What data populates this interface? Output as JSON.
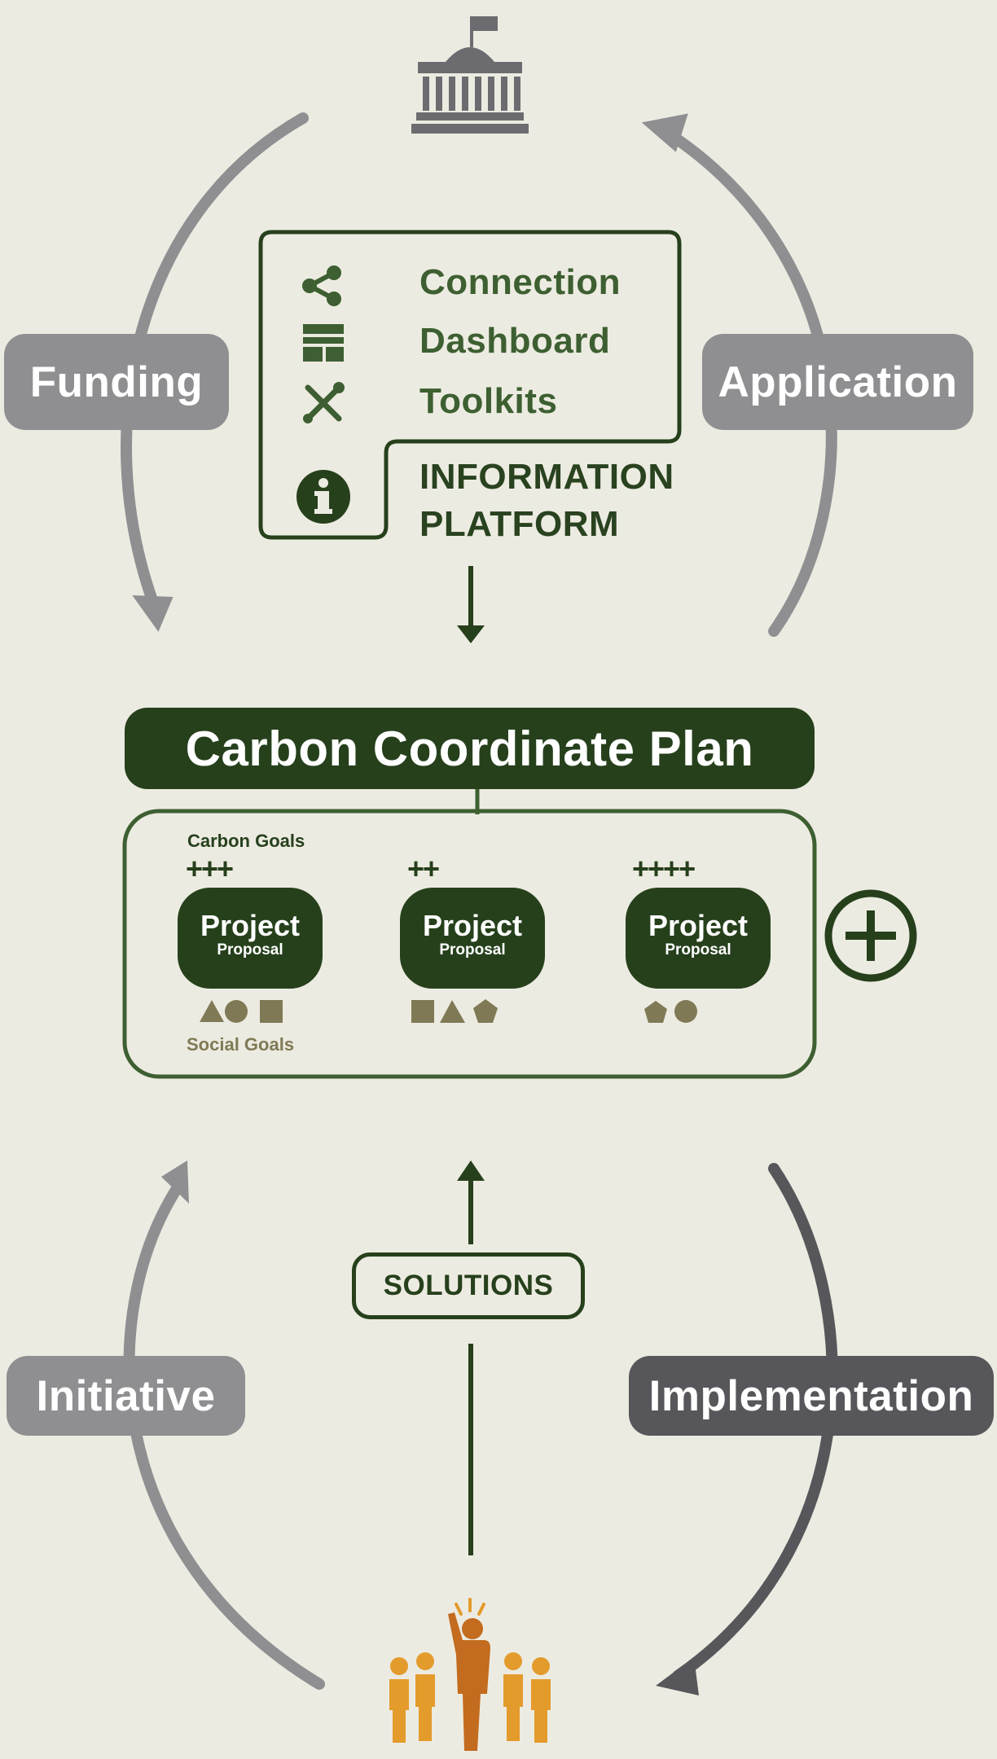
{
  "cycle": {
    "funding": "Funding",
    "application": "Application",
    "initiative": "Initiative",
    "implementation": "Implementation"
  },
  "platform": {
    "items": [
      {
        "label": "Connection",
        "icon": "share-icon"
      },
      {
        "label": "Dashboard",
        "icon": "dashboard-icon"
      },
      {
        "label": "Toolkits",
        "icon": "tools-icon"
      }
    ],
    "title_line1": "INFORMATION",
    "title_line2": "PLATFORM",
    "icon": "info-icon"
  },
  "plan": {
    "title": "Carbon Coordinate Plan",
    "carbon_goals_label": "Carbon Goals",
    "social_goals_label": "Social Goals",
    "projects": [
      {
        "title": "Project",
        "subtitle": "Proposal",
        "carbon": "+++"
      },
      {
        "title": "Project",
        "subtitle": "Proposal",
        "carbon": "++"
      },
      {
        "title": "Project",
        "subtitle": "Proposal",
        "carbon": "++++"
      }
    ]
  },
  "solutions": "SOLUTIONS",
  "icons": {
    "top": "government-building-icon",
    "bottom": "community-people-icon",
    "add": "add-circle-icon"
  },
  "colors": {
    "background": "#ecebe1",
    "dark_green": "#26401c",
    "mid_green": "#3d5f31",
    "grey": "#8f8f92",
    "dark_grey": "#57575b",
    "olive": "#7f7a55",
    "orange": "#e39b2c"
  }
}
